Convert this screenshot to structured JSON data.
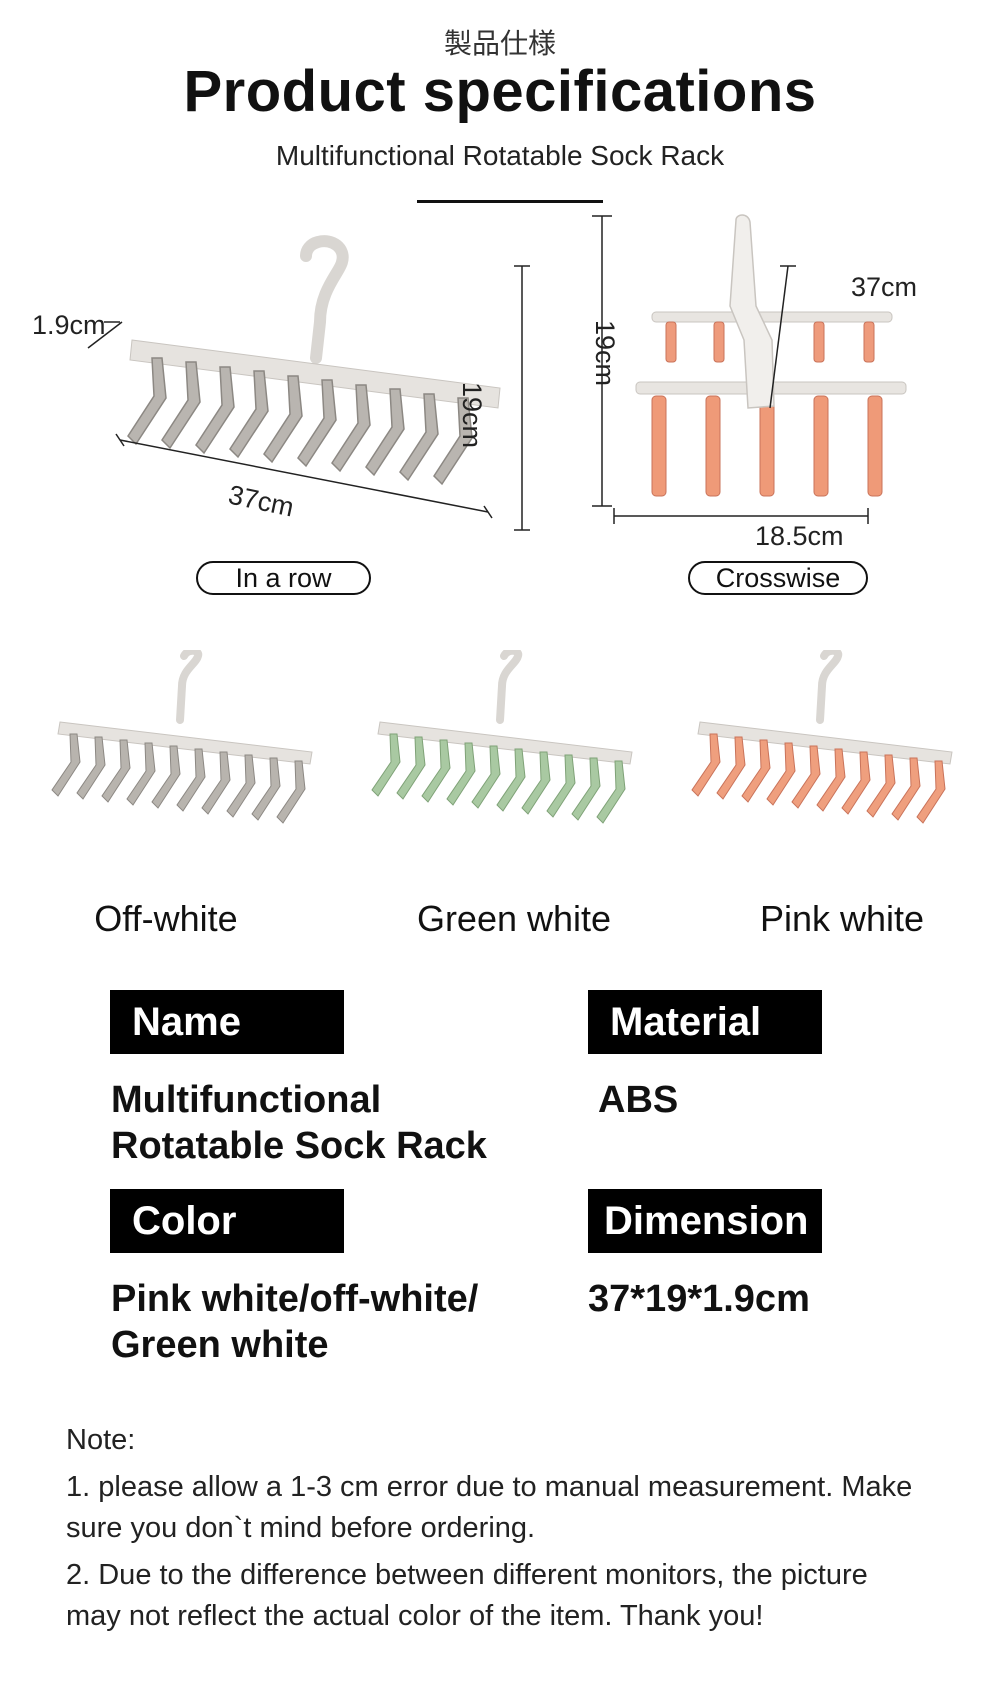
{
  "header": {
    "jp_title": "製品仕様",
    "title": "Product specifications",
    "subtitle": "Multifunctional Rotatable Sock Rack"
  },
  "diagrams": {
    "row": {
      "thickness": "1.9cm",
      "length": "37cm",
      "height": "19cm",
      "mode_label": "In a row"
    },
    "cross": {
      "height": "19cm",
      "length": "37cm",
      "width": "18.5cm",
      "mode_label": "Crosswise"
    }
  },
  "colors": [
    {
      "label": "Off-white",
      "clip_color": "#b8b4ae"
    },
    {
      "label": "Green white",
      "clip_color": "#a9c9a2"
    },
    {
      "label": "Pink white",
      "clip_color": "#ef9f7e"
    }
  ],
  "specs": {
    "name_heading": "Name",
    "name_value_line1": "Multifunctional",
    "name_value_line2": "Rotatable Sock Rack",
    "material_heading": "Material",
    "material_value": "ABS",
    "color_heading": "Color",
    "color_value_line1": "Pink white/off-white/",
    "color_value_line2": "Green white",
    "dimension_heading": "Dimension",
    "dimension_value": "37*19*1.9cm"
  },
  "notes": {
    "heading": "Note:",
    "item1_line1": "1. please allow a 1-3 cm error due to manual measurement. Make",
    "item1_line2": "sure you don`t mind before ordering.",
    "item2_line1": "2. Due to the difference between different monitors, the picture",
    "item2_line2": "may not reflect the actual color of the item. Thank you!"
  }
}
